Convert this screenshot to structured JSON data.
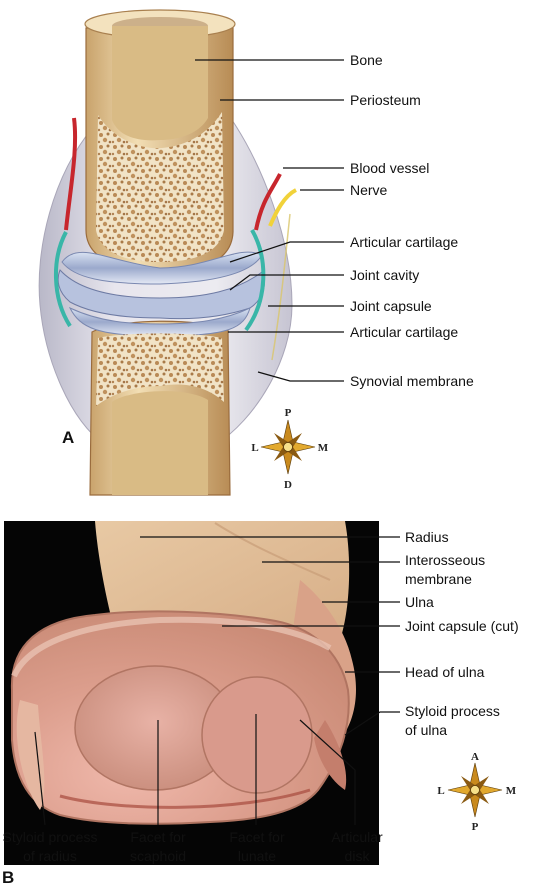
{
  "panel_a": {
    "letter": "A",
    "labels": {
      "bone": "Bone",
      "periosteum": "Periosteum",
      "blood_vessel": "Blood vessel",
      "nerve": "Nerve",
      "articular_cartilage_upper": "Articular cartilage",
      "joint_cavity": "Joint cavity",
      "joint_capsule": "Joint capsule",
      "articular_cartilage_lower": "Articular cartilage",
      "synovial_membrane": "Synovial membrane"
    },
    "compass": {
      "top": "P",
      "left": "L",
      "right": "M",
      "bottom": "D"
    }
  },
  "panel_b": {
    "letter": "B",
    "labels": {
      "radius": "Radius",
      "interosseous_1": "Interosseous",
      "interosseous_2": "membrane",
      "ulna": "Ulna",
      "joint_capsule_cut": "Joint capsule (cut)",
      "head_of_ulna": "Head of ulna",
      "styloid_ulna_1": "Styloid process",
      "styloid_ulna_2": "of ulna",
      "styloid_radius_1": "Styloid process",
      "styloid_radius_2": "of radius",
      "facet_scaphoid_1": "Facet for",
      "facet_scaphoid_2": "scaphoid",
      "facet_lunate_1": "Facet for",
      "facet_lunate_2": "lunate",
      "articular_disk_1": "Articular",
      "articular_disk_2": "disk"
    },
    "compass": {
      "top": "A",
      "left": "L",
      "right": "M",
      "bottom": "P"
    }
  }
}
